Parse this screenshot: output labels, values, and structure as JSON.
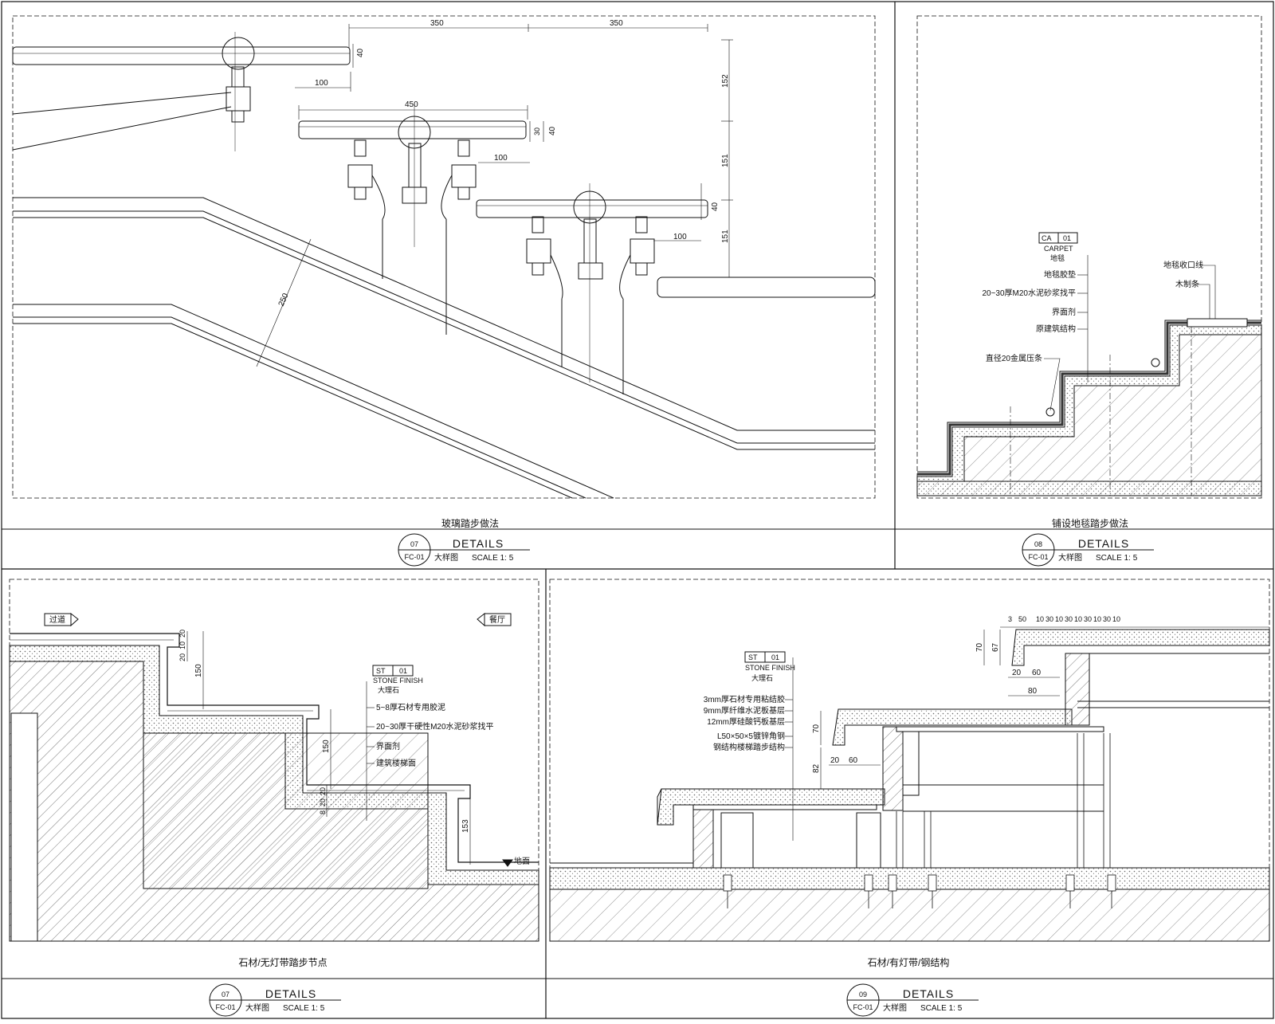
{
  "panels": [
    {
      "id": "07a",
      "caption": "玻璃踏步做法",
      "tag": {
        "number": "07",
        "sheet": "FC-01"
      },
      "details_label": "DETAILS",
      "material": "大样图",
      "scale": "SCALE  1: 5",
      "dimensions": [
        "350",
        "350",
        "40",
        "100",
        "450",
        "30",
        "40",
        "100",
        "152",
        "151",
        "40",
        "100",
        "151",
        "250"
      ]
    },
    {
      "id": "08",
      "caption": "铺设地毯踏步做法",
      "tag": {
        "number": "08",
        "sheet": "FC-01"
      },
      "details_label": "DETAILS",
      "material": "大样图",
      "scale": "SCALE  1: 5",
      "material_code": {
        "code": "CA",
        "index": "01",
        "name": "CARPET",
        "cn": "地毯"
      },
      "notes": [
        "地毯胶垫",
        "20~30厚M20水泥砂浆找平",
        "界面剂",
        "原建筑结构",
        "直径20金属压条"
      ],
      "right_notes": [
        "地毯收口线",
        "木制条"
      ]
    },
    {
      "id": "07b",
      "caption": "石材/无灯带踏步节点",
      "tag": {
        "number": "07",
        "sheet": "FC-01"
      },
      "details_label": "DETAILS",
      "material": "大样图",
      "scale": "SCALE  1: 5",
      "material_code": {
        "code": "ST",
        "index": "01",
        "name": "STONE FINISH",
        "cn": "大理石"
      },
      "notes": [
        "5~8厚石材专用胶泥",
        "20~30厚干硬性M20水泥砂浆找平",
        "界面剂",
        "建筑楼梯面"
      ],
      "labels": {
        "left": "过道",
        "right": "餐厅",
        "floor": "地面"
      },
      "dimensions": [
        "20",
        "10",
        "20",
        "150",
        "150",
        "20",
        "20",
        "8",
        "153"
      ]
    },
    {
      "id": "09",
      "caption": "石材/有灯带/钢结构",
      "tag": {
        "number": "09",
        "sheet": "FC-01"
      },
      "details_label": "DETAILS",
      "material": "大样图",
      "scale": "SCALE  1: 5",
      "material_code": {
        "code": "ST",
        "index": "01",
        "name": "STONE FINISH",
        "cn": "大理石"
      },
      "notes": [
        "3mm厚石材专用粘结胶",
        "9mm厚纤维水泥板基层",
        "12mm厚硅酸钙板基层",
        "L50×50×5镀锌角钢",
        "钢结构楼梯踏步结构"
      ],
      "dimensions": [
        "3",
        "50",
        "10",
        "30",
        "10",
        "30",
        "10",
        "30",
        "10",
        "30",
        "10",
        "70",
        "67",
        "20",
        "60",
        "80",
        "70",
        "82",
        "20",
        "60"
      ]
    }
  ]
}
